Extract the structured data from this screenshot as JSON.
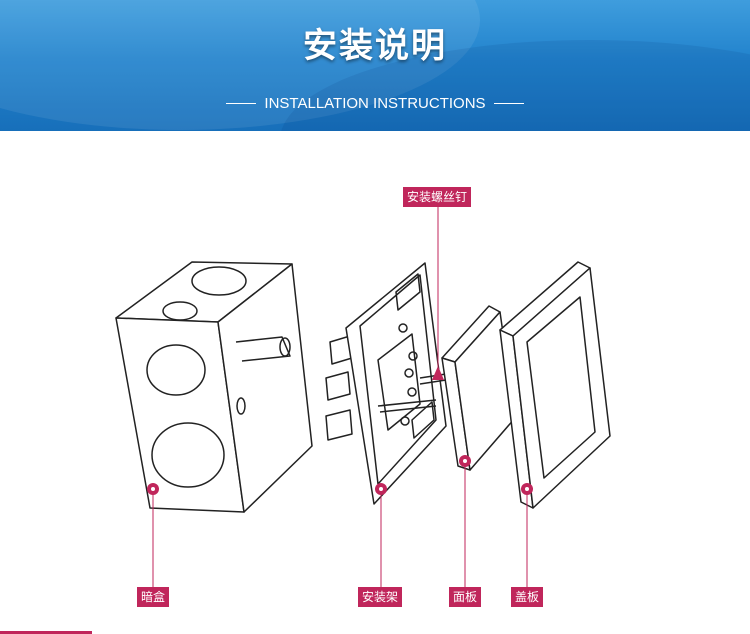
{
  "header": {
    "title": "安装说明",
    "subtitle": "INSTALLATION INSTRUCTIONS"
  },
  "labels": {
    "screw": "安装螺丝钉",
    "box": "暗盒",
    "bracket": "安装架",
    "panel": "面板",
    "cover": "盖板"
  },
  "colors": {
    "accent": "#c0265b",
    "header_blue": "#2283cd",
    "line": "#222222"
  }
}
